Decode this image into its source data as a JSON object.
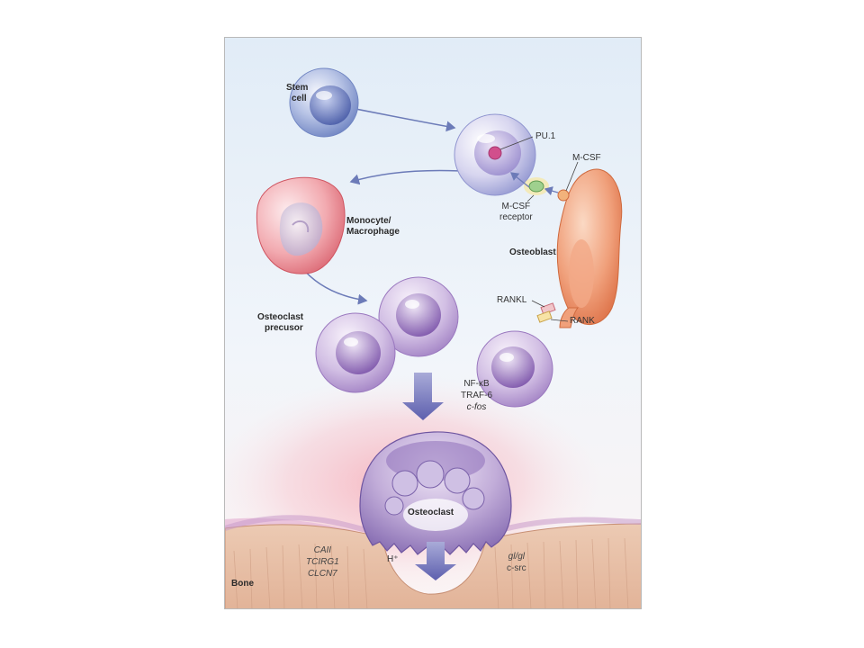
{
  "labels": {
    "stem_cell": [
      "Stem",
      "cell"
    ],
    "pu1": "PU.1",
    "mcsf": "M-CSF",
    "mcsf_receptor": [
      "M-CSF",
      "receptor"
    ],
    "monocyte": [
      "Monocyte/",
      "Macrophage"
    ],
    "osteoblast": "Osteoblast",
    "rankl": "RANKL",
    "rank": "RANK",
    "precursor": [
      "Osteoclast",
      "precusor"
    ],
    "transcription": [
      "NF-κB",
      "TRAF-6",
      "c-fos"
    ],
    "osteoclast": "Osteoclast",
    "hplus": "H⁺",
    "left_genes": [
      "CAII",
      "TCIRG1",
      "CLCN7"
    ],
    "right_genes": [
      "gl/gl",
      "c-src"
    ],
    "bone": "Bone"
  },
  "colors": {
    "background_top": "#e3edf7",
    "stem_cell": "#7f93c9",
    "progenitor": "#b4a8d8",
    "monocyte": "#e06f78",
    "osteoblast": "#e9875a",
    "precursor": "#a884c4",
    "osteoclast": "#a78bc6",
    "bone": "#e6c0a6",
    "arrow": "#6f72b8",
    "glow": "#f7b3bd"
  }
}
